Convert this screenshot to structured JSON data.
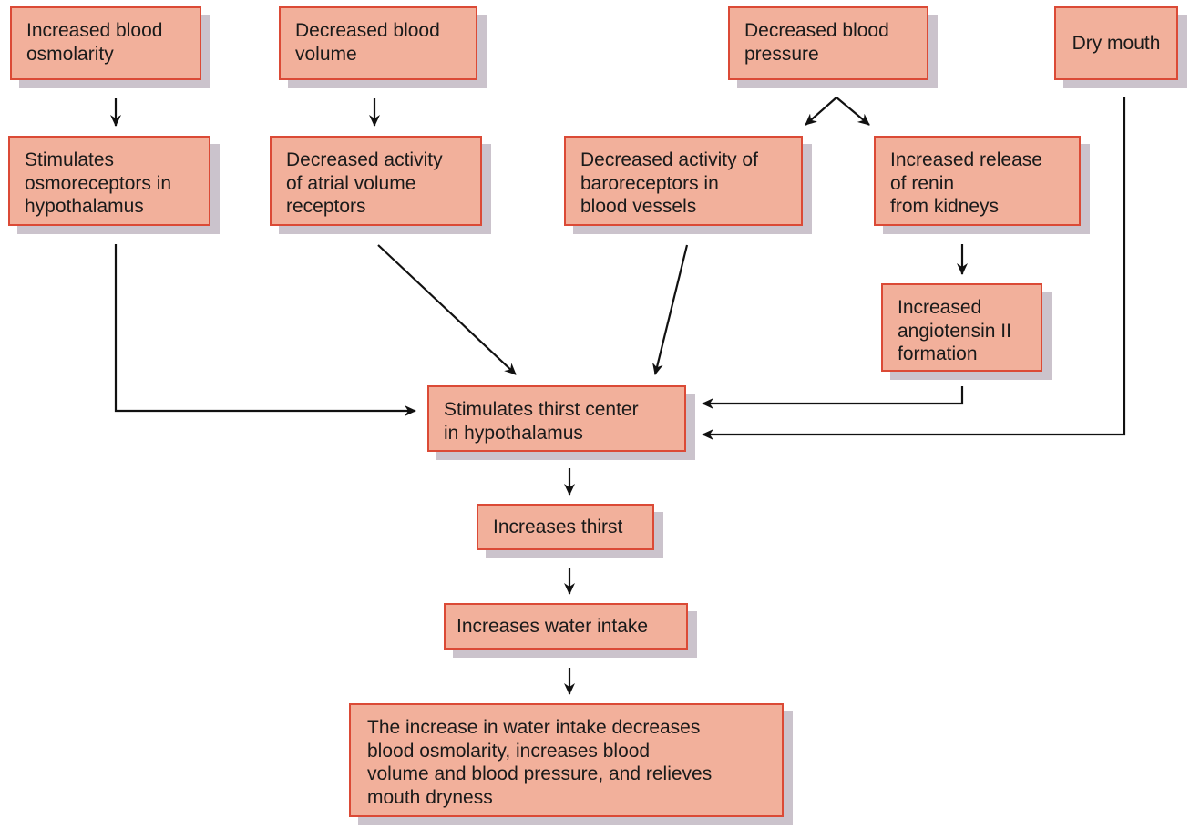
{
  "nodes": {
    "increased_osmolarity": "Increased blood\nosmolarity",
    "decreased_volume": "Decreased blood\nvolume",
    "decreased_pressure": "Decreased blood\npressure",
    "dry_mouth": "Dry mouth",
    "stimulates_osmoreceptors": "Stimulates\nosmoreceptors in\nhypothalamus",
    "decreased_atrial_receptors": "Decreased activity\nof atrial volume\nreceptors",
    "decreased_baroreceptors": "Decreased activity of\nbaroreceptors in\nblood vessels",
    "increased_renin": "Increased release\nof renin\nfrom kidneys",
    "angiotensin_formation": "Increased\nangiotensin II\nformation",
    "thirst_center": "Stimulates thirst center\nin hypothalamus",
    "increases_thirst": "Increases thirst",
    "increases_water_intake": "Increases water intake",
    "outcome": "The increase in water intake decreases\nblood osmolarity, increases blood\nvolume and blood pressure, and relieves\nmouth dryness"
  },
  "colors": {
    "box_fill": "#f2b09b",
    "box_border": "#db4a36",
    "box_shadow": "#cbc3cc",
    "arrow": "#111111"
  }
}
